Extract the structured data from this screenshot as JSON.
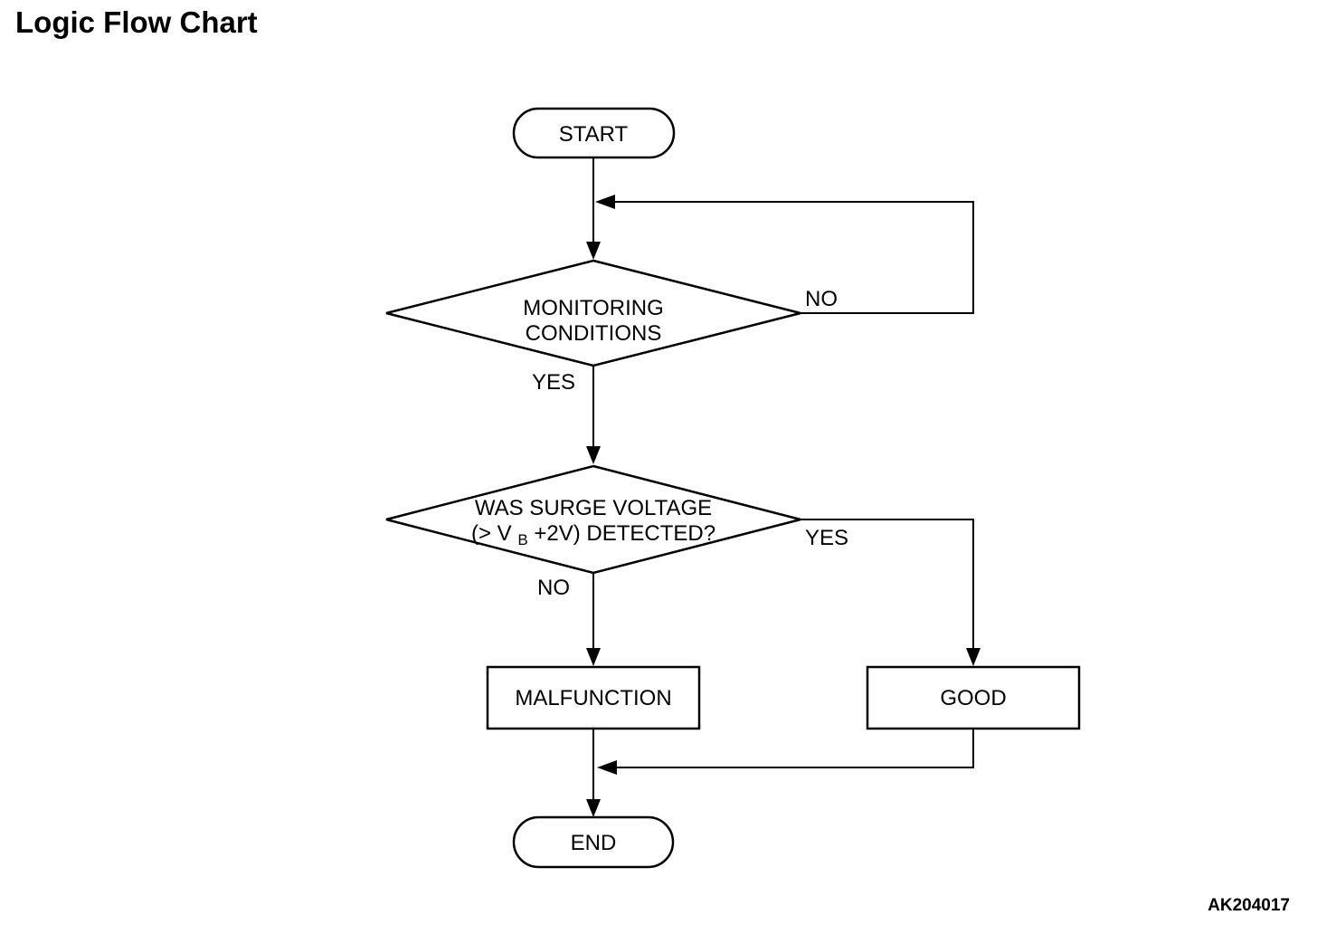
{
  "page": {
    "title": "Logic Flow Chart",
    "figure_code": "AK204017",
    "background": "#ffffff"
  },
  "colors": {
    "line": "#000000",
    "text": "#000000"
  },
  "flowchart": {
    "nodes": {
      "start": {
        "type": "terminator",
        "label": "START"
      },
      "monitoring": {
        "type": "decision",
        "label_line1": "MONITORING",
        "label_line2": "CONDITIONS"
      },
      "surge": {
        "type": "decision",
        "label_line1": "WAS SURGE VOLTAGE",
        "label_line2_pre": "(> V",
        "label_line2_sub": "B",
        "label_line2_post": "+2V) DETECTED?"
      },
      "malfunction": {
        "type": "process",
        "label": "MALFUNCTION"
      },
      "good": {
        "type": "process",
        "label": "GOOD"
      },
      "end": {
        "type": "terminator",
        "label": "END"
      }
    },
    "edges": {
      "monitoring_no": {
        "label": "NO"
      },
      "monitoring_yes": {
        "label": "YES"
      },
      "surge_yes": {
        "label": "YES"
      },
      "surge_no": {
        "label": "NO"
      }
    }
  }
}
